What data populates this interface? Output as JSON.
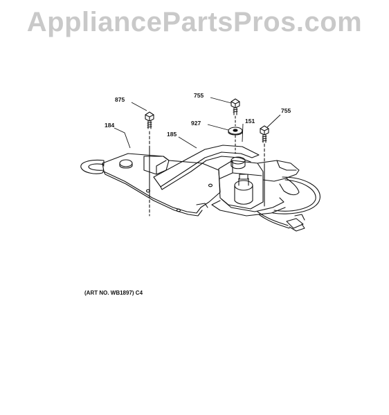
{
  "watermark": {
    "text": "AppliancePartsPros.com",
    "color": "#c9c9c9"
  },
  "callouts": {
    "label_875": "875",
    "label_184": "184",
    "label_185": "185",
    "label_755_top": "755",
    "label_927": "927",
    "label_151": "151",
    "label_755_right": "755"
  },
  "art_number": "(ART NO. WB1897) C4",
  "colors": {
    "line": "#111111",
    "background": "#ffffff"
  }
}
